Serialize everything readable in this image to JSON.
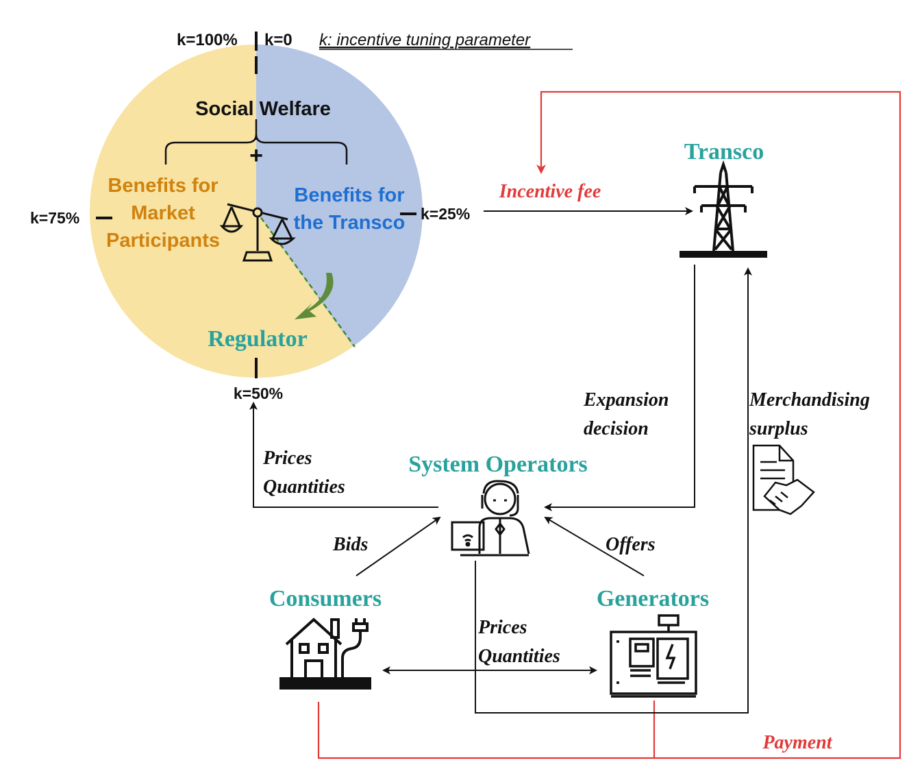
{
  "k_labels": {
    "k100": "k=100%",
    "k0": "k=0",
    "definition": "k: incentive tuning parameter",
    "k75": "k=75%",
    "k25": "k=25%",
    "k50": "k=50%"
  },
  "pie": {
    "title": "Social Welfare",
    "plus": "+",
    "market_line1": "Benefits for",
    "market_line2": "Market",
    "market_line3": "Participants",
    "transco_line1": "Benefits for",
    "transco_line2": "the Transco",
    "regulator": "Regulator"
  },
  "nodes": {
    "transco": "Transco",
    "system_operators": "System Operators",
    "consumers": "Consumers",
    "generators": "Generators"
  },
  "flows": {
    "incentive_fee": "Incentive fee",
    "expansion_line1": "Expansion",
    "expansion_line2": "decision",
    "merch_line1": "Merchandising",
    "merch_line2": "surplus",
    "prices_reg_1": "Prices",
    "prices_reg_2": "Quantities",
    "bids": "Bids",
    "offers": "Offers",
    "prices_mkt_1": "Prices",
    "prices_mkt_2": "Quantities",
    "payment": "Payment"
  },
  "colors": {
    "market_share": "#f8e3a3",
    "transco_share": "#b5c5e4",
    "teal": "#2aa29c",
    "orange": "#d0820e",
    "blue": "#1f6fd1",
    "red": "#e23a3a",
    "green": "#5e8c3a"
  }
}
